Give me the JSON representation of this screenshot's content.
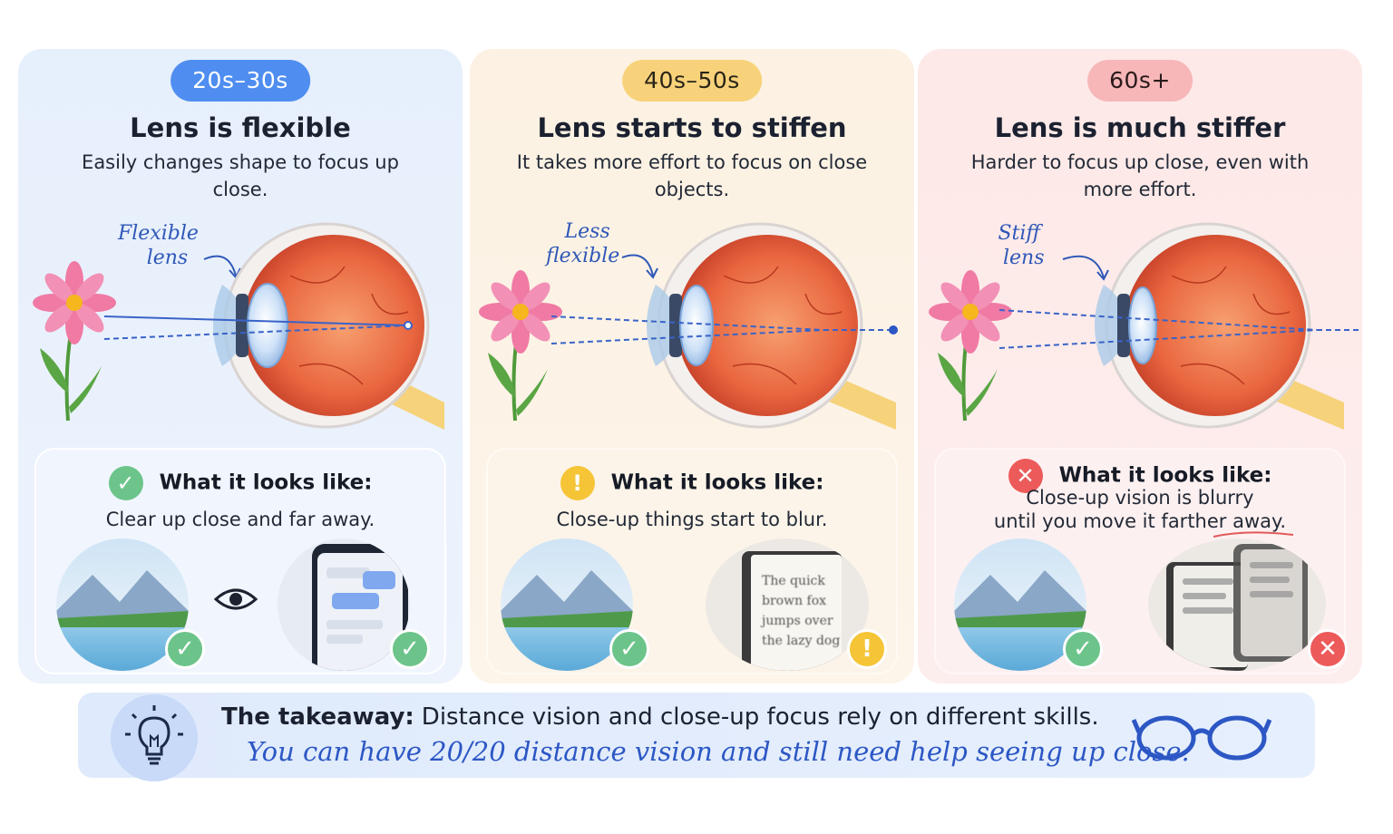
{
  "panels": [
    {
      "age": "20s–30s",
      "heading": "Lens is flexible",
      "desc": "Easily changes shape to focus up close.",
      "lens_label_1": "Flexible",
      "lens_label_2": "lens",
      "looks_title": "What it looks like:",
      "looks_text_1": "Clear up close and far away.",
      "status": "ok"
    },
    {
      "age": "40s–50s",
      "heading": "Lens starts to stiffen",
      "desc": "It takes more effort to focus on close objects.",
      "lens_label_1": "Less",
      "lens_label_2": "flexible",
      "looks_title": "What it looks like:",
      "looks_text_1": "Close-up things start to blur.",
      "book_lines": [
        "The quick",
        "brown fox",
        "jumps over",
        "the lazy dog"
      ],
      "status": "warn"
    },
    {
      "age": "60s+",
      "heading": "Lens is much stiffer",
      "desc": "Harder to focus up close, even with more effort.",
      "lens_label_1": "Stiff",
      "lens_label_2": "lens",
      "looks_title": "What it looks like:",
      "looks_text_1": "Close-up vision is blurry",
      "looks_text_2": "until you move it farther away.",
      "status": "bad"
    }
  ],
  "takeaway": {
    "label": "The takeaway:",
    "text": "Distance vision and close-up focus rely on different skills.",
    "emphasis": "You can have 20/20 distance vision and still need help seeing up close."
  },
  "colors": {
    "ok": "#6cc48a",
    "warn": "#f5c537",
    "bad": "#ec5a5a",
    "accent_blue": "#2c57c4"
  },
  "icons": [
    "check-icon",
    "warning-icon",
    "x-icon",
    "eye-icon",
    "lightbulb-icon",
    "glasses-icon",
    "flower-icon",
    "eye-anatomy-icon",
    "phone-icon",
    "book-icon",
    "landscape-icon"
  ]
}
